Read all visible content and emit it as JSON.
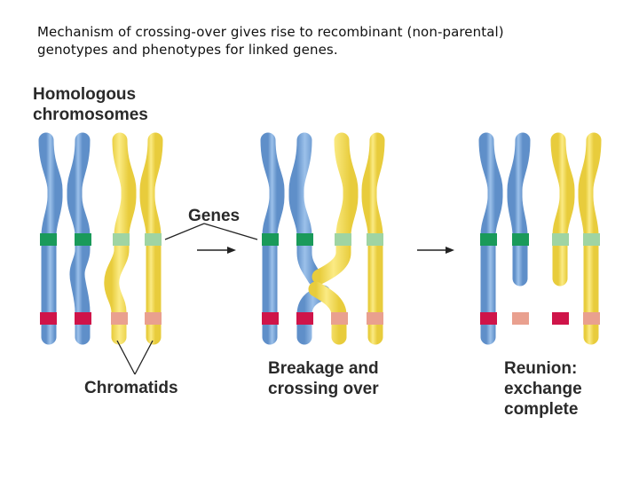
{
  "caption": "Mechanism of crossing-over gives rise to recombinant (non-parental) genotypes and phenotypes for linked genes.",
  "labels": {
    "homologous_line1": "Homologous",
    "homologous_line2": "chromosomes",
    "genes": "Genes",
    "chromatids": "Chromatids",
    "breakage_line1": "Breakage and",
    "breakage_line2": "crossing over",
    "reunion_line1": "Reunion:",
    "reunion_line2": "exchange",
    "reunion_line3": "complete"
  },
  "colors": {
    "blue_chromosome": "#7ea9da",
    "yellow_chromosome": "#f4df5c",
    "green_gene": "#1a9a5a",
    "light_green_gene": "#9fd4a3",
    "red_gene": "#cf1449",
    "pink_gene": "#e9a08f"
  }
}
